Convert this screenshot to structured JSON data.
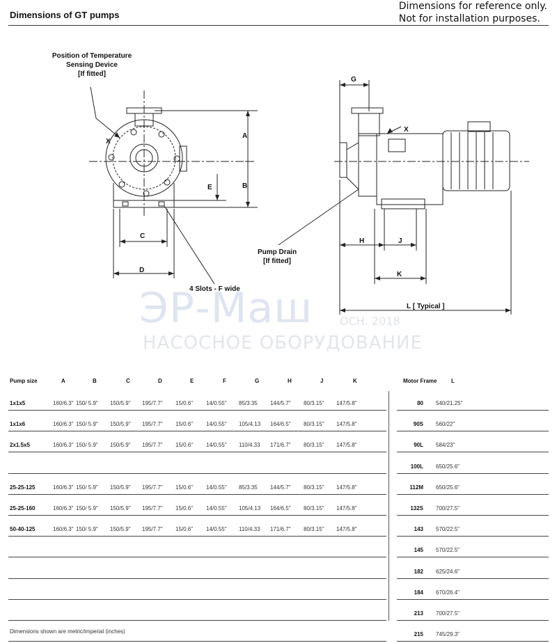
{
  "header": {
    "title": "Dimensions of GT pumps",
    "disclaimer_line1": "Dimensions for reference only.",
    "disclaimer_line2": "Not for installation purposes."
  },
  "drawing": {
    "temp_label_1": "Position of Temperature",
    "temp_label_2": "Sensing Device",
    "temp_label_3": "[If fitted]",
    "x_label": "X",
    "dim_a": "A",
    "dim_b": "B",
    "dim_c": "C",
    "dim_d": "D",
    "dim_e": "E",
    "dim_g": "G",
    "dim_h": "H",
    "dim_j": "J",
    "dim_k": "K",
    "dim_l": "L [ Typical ]",
    "slots_label": "4 Slots - F wide",
    "drain_label_1": "Pump Drain",
    "drain_label_2": "[If fitted]"
  },
  "watermark": {
    "main": "ЭР-Маш",
    "sub": "НАСОСНОЕ ОБОРУДОВАНИЕ",
    "year": "ОСН. 2018"
  },
  "table": {
    "headers": [
      "Pump size",
      "A",
      "B",
      "C",
      "D",
      "E",
      "F",
      "G",
      "H",
      "J",
      "K"
    ],
    "motor_headers": [
      "Motor Frame",
      "L"
    ],
    "rows": [
      {
        "size": "1x1x5",
        "vals": [
          "160/6.3\"",
          "150/ 5.9\"",
          "150/5.9\"",
          "195/7.7\"",
          "15/0.6\"",
          "14/0.55\"",
          "85/3.35",
          "144/5.7\"",
          "80/3.15\"",
          "147/5.8\""
        ],
        "frame": "80",
        "l": "540/21.25\""
      },
      {
        "size": "1x1x6",
        "vals": [
          "160/6.3\"",
          "150/ 5.9\"",
          "150/5.9\"",
          "195/7.7\"",
          "15/0.6\"",
          "14/0.55\"",
          "105/4.13",
          "164/6.5\"",
          "80/3.15\"",
          "147/5.8\""
        ],
        "frame": "90S",
        "l": "560/22\""
      },
      {
        "size": "2x1.5x5",
        "vals": [
          "160/6.3\"",
          "150/ 5.9\"",
          "150/5.9\"",
          "195/7.7\"",
          "15/0.6\"",
          "14/0.55\"",
          "110/4.33",
          "171/6.7\"",
          "80/3.15\"",
          "147/5.8\""
        ],
        "frame": "90L",
        "l": "584/23\""
      },
      {
        "size": "",
        "vals": [
          "",
          "",
          "",
          "",
          "",
          "",
          "",
          "",
          "",
          ""
        ],
        "frame": "100L",
        "l": "650/25.6\""
      },
      {
        "size": "25-25-125",
        "vals": [
          "160/6.3\"",
          "150/ 5.9\"",
          "150/5.9\"",
          "195/7.7\"",
          "15/0.6\"",
          "14/0.55\"",
          "85/3.35",
          "144/5.7\"",
          "80/3.15\"",
          "147/5.8\""
        ],
        "frame": "112M",
        "l": "650/25.6\""
      },
      {
        "size": "25-25-160",
        "vals": [
          "160/6.3\"",
          "150/ 5.9\"",
          "150/5.9\"",
          "195/7.7\"",
          "15/0.6\"",
          "14/0.55\"",
          "105/4.13",
          "164/6.5\"",
          "80/3.15\"",
          "147/5.8\""
        ],
        "frame": "132S",
        "l": "700/27.5\""
      },
      {
        "size": "50-40-125",
        "vals": [
          "160/6.3\"",
          "150/ 5.9\"",
          "150/5.9\"",
          "195/7.7\"",
          "15/0.6\"",
          "14/0.55\"",
          "110/4.33",
          "171/6.7\"",
          "80/3.15\"",
          "147/5.8\""
        ],
        "frame": "143",
        "l": "570/22.5\""
      },
      {
        "size": "",
        "vals": [
          "",
          "",
          "",
          "",
          "",
          "",
          "",
          "",
          "",
          ""
        ],
        "frame": "145",
        "l": "570/22.5\""
      },
      {
        "size": "",
        "vals": [
          "",
          "",
          "",
          "",
          "",
          "",
          "",
          "",
          "",
          ""
        ],
        "frame": "182",
        "l": "625/24.6\""
      },
      {
        "size": "",
        "vals": [
          "",
          "",
          "",
          "",
          "",
          "",
          "",
          "",
          "",
          ""
        ],
        "frame": "184",
        "l": "670/26.4\""
      },
      {
        "size": "",
        "vals": [
          "",
          "",
          "",
          "",
          "",
          "",
          "",
          "",
          "",
          ""
        ],
        "frame": "213",
        "l": "700/27.5\""
      },
      {
        "size": "",
        "vals": [
          "",
          "",
          "",
          "",
          "",
          "",
          "",
          "",
          "",
          ""
        ],
        "frame": "215",
        "l": "745/29.3\""
      }
    ]
  },
  "footnote": "Dimensions shown are metric/imperial (inches)"
}
